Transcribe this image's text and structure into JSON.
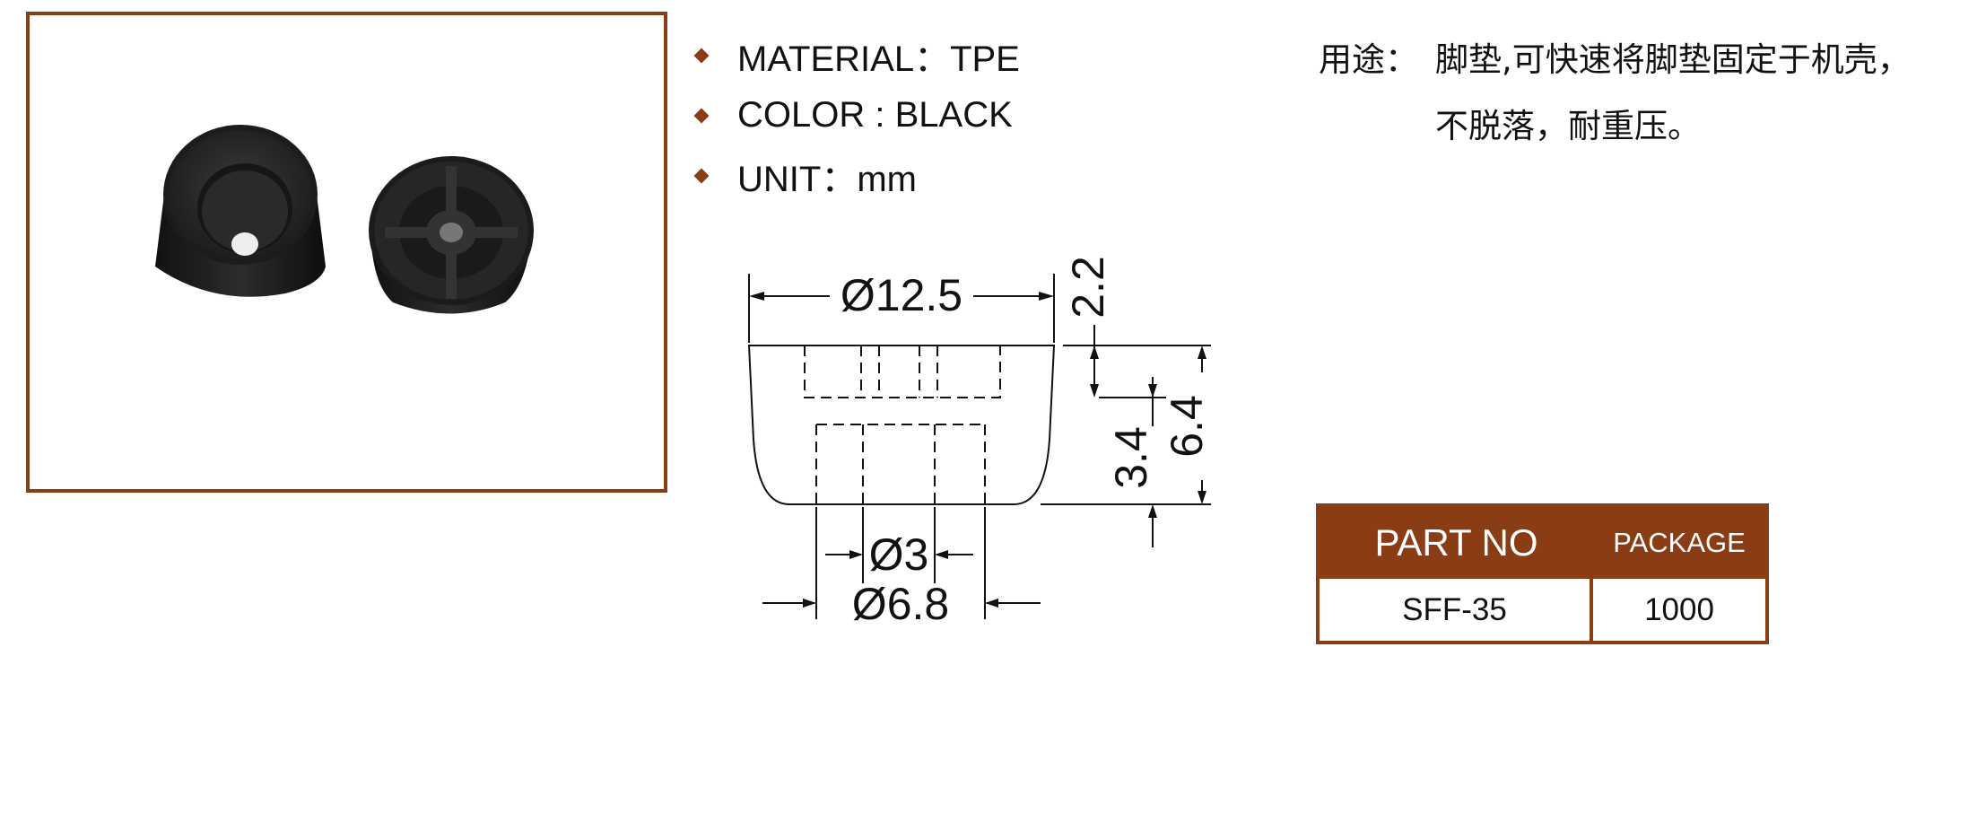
{
  "specs": [
    {
      "label": "MATERIAL：TPE"
    },
    {
      "label": "COLOR : BLACK"
    },
    {
      "label": "UNIT：mm"
    }
  ],
  "usage": {
    "label": "用途：",
    "text": "脚垫,可快速将脚垫固定于机壳，不脱落，耐重压。"
  },
  "drawing": {
    "dim_top_diameter": "Ø12.5",
    "dim_top_height": "2.2",
    "dim_inner_height": "3.4",
    "dim_total_height": "6.4",
    "dim_hole_diameter": "Ø3",
    "dim_bottom_diameter": "Ø6.8"
  },
  "table": {
    "header_part": "PART NO",
    "header_package": "PACKAGE",
    "part_no": "SFF-35",
    "package": "1000"
  },
  "colors": {
    "accent": "#8a3c14"
  }
}
